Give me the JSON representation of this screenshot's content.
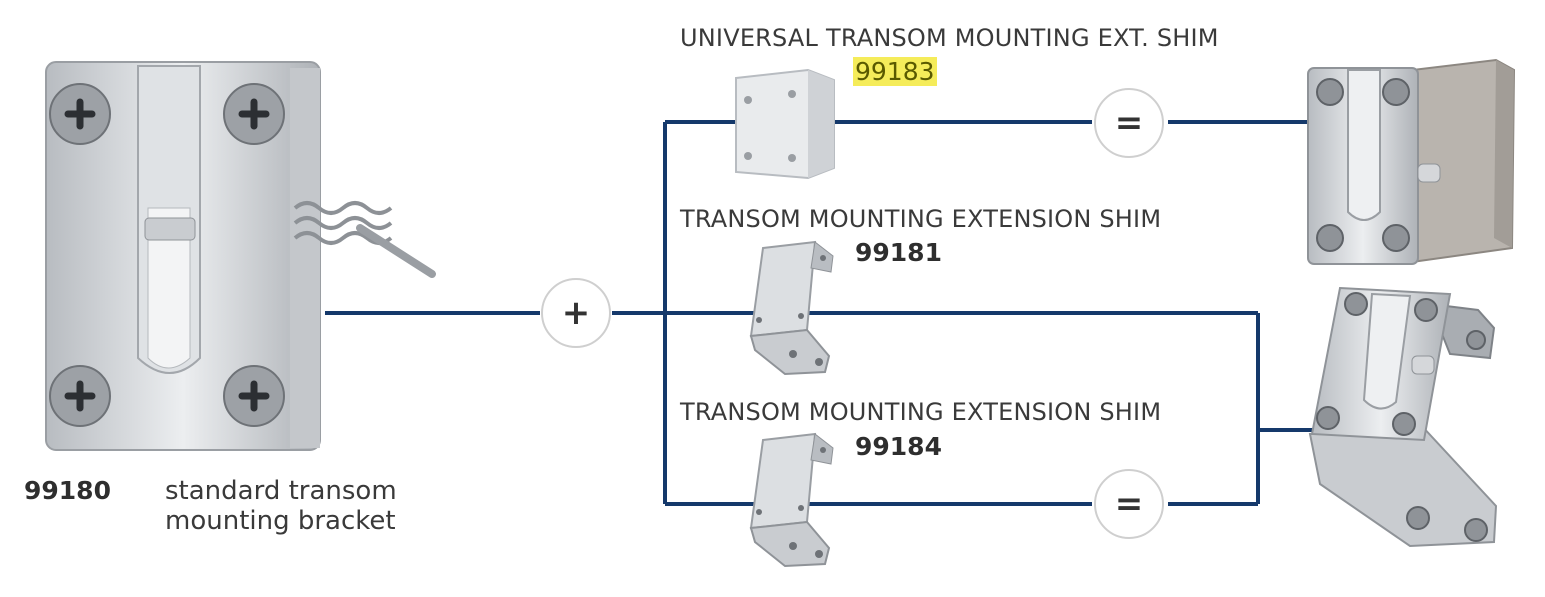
{
  "main": {
    "number": "99180",
    "description_line1": "standard transom",
    "description_line2": "mounting bracket"
  },
  "operators": {
    "plus": "+",
    "equals_top": "=",
    "equals_bottom": "="
  },
  "shims": [
    {
      "label": "UNIVERSAL TRANSOM MOUNTING EXT. SHIM",
      "number": "99183"
    },
    {
      "label": "TRANSOM MOUNTING EXTENSION SHIM",
      "number": "99181"
    },
    {
      "label": "TRANSOM MOUNTING EXTENSION SHIM",
      "number": "99184"
    }
  ],
  "colors": {
    "wire": "#15396b",
    "highlight": "#f5ec5a",
    "metal": "#c9ccd0"
  },
  "icons": [
    "bracket-image",
    "white-block-shim-image",
    "angle-shim-image",
    "assembled-block-bracket-image",
    "assembled-angle-bracket-image"
  ]
}
